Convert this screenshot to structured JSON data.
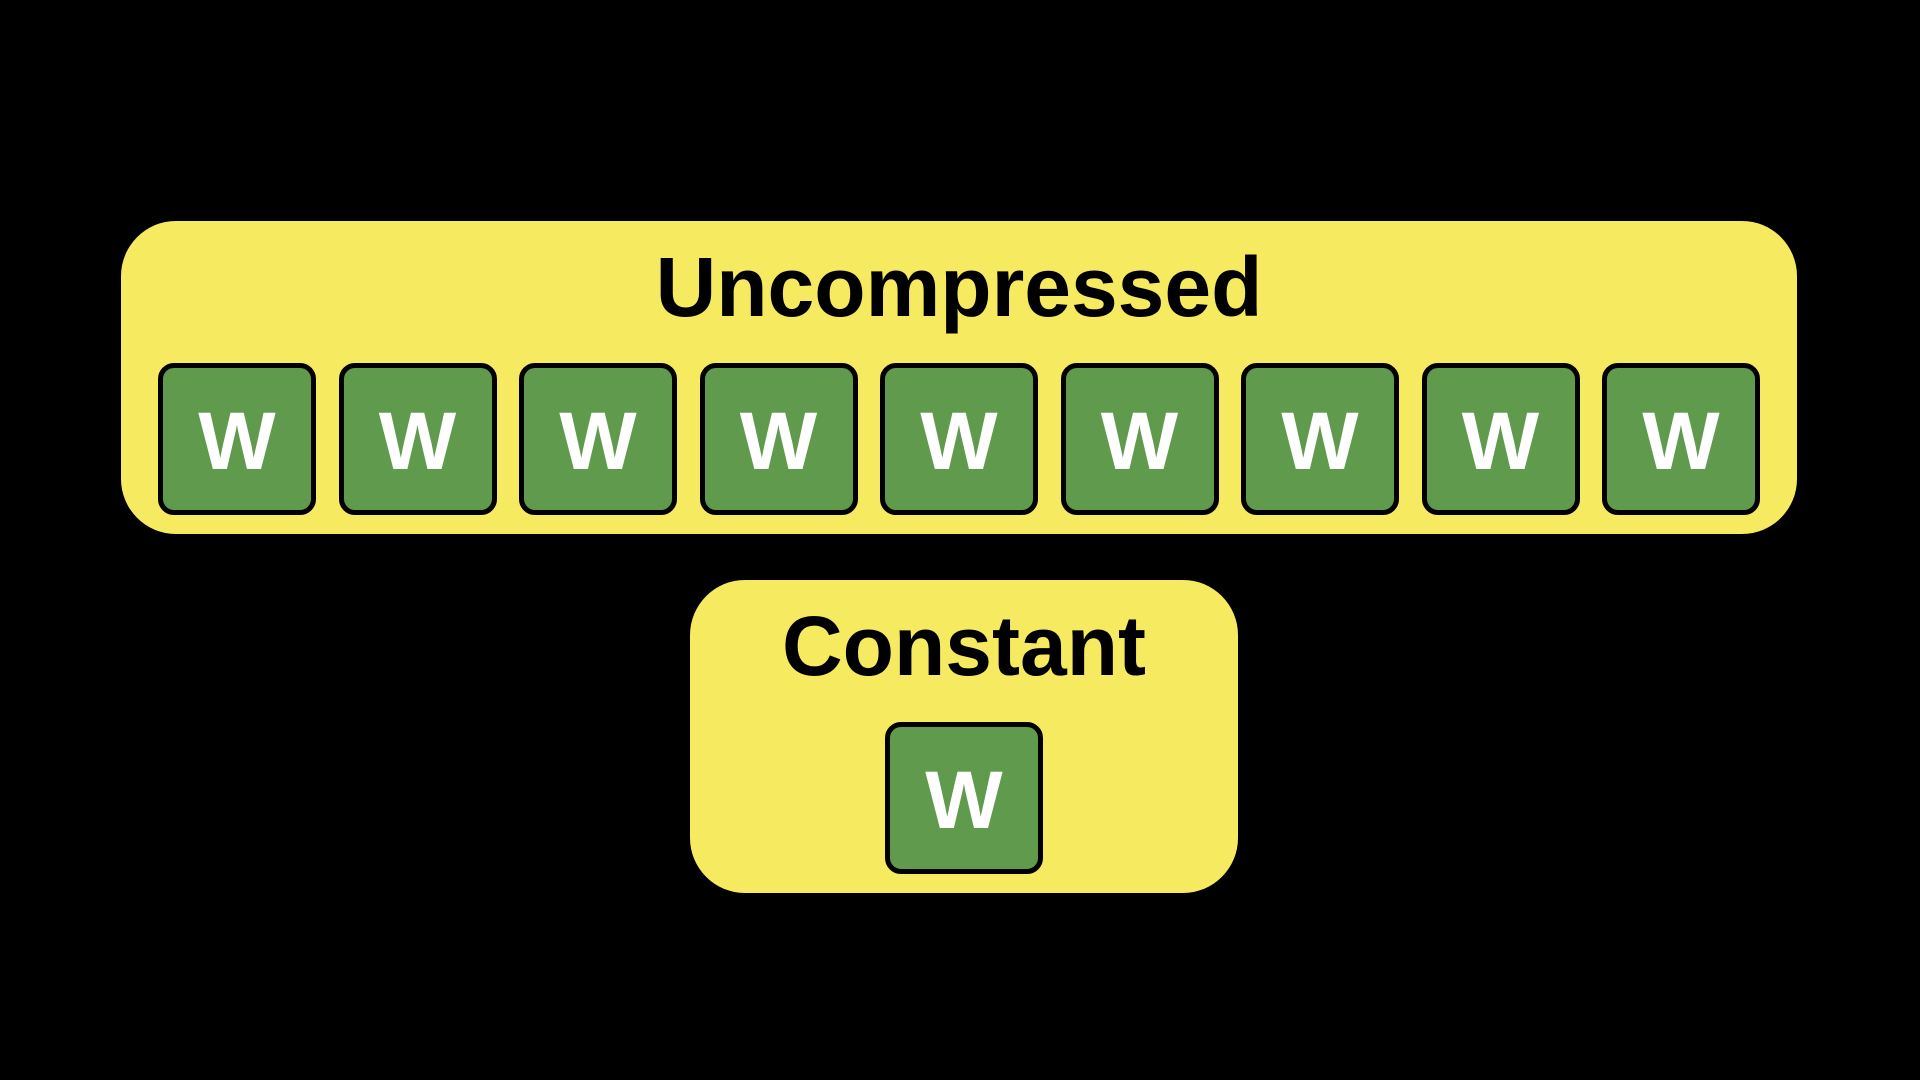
{
  "canvas": {
    "background": "#000000"
  },
  "colors": {
    "container_fill": "#F5EA60",
    "tile_fill": "#5F9A4D",
    "tile_border": "#000000",
    "tile_letter_color": "#FFFFFF",
    "title_color": "#000000"
  },
  "groups": [
    {
      "id": "uncompressed",
      "title": "Uncompressed",
      "tiles": [
        "W",
        "W",
        "W",
        "W",
        "W",
        "W",
        "W",
        "W",
        "W"
      ]
    },
    {
      "id": "constant",
      "title": "Constant",
      "tiles": [
        "W"
      ]
    }
  ]
}
